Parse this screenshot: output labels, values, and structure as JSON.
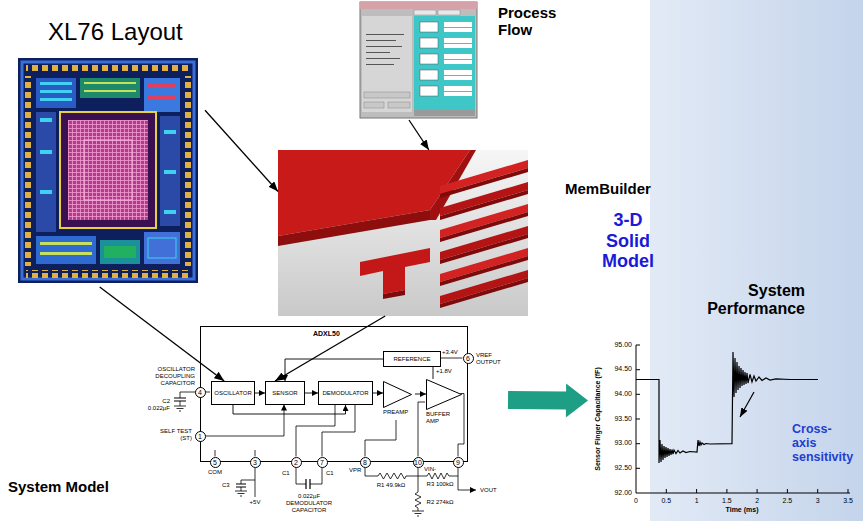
{
  "diagram": {
    "nodes": [
      {
        "text": [
          "XL76 Layout"
        ]
      },
      {
        "text": [
          "Process Flow"
        ]
      },
      {
        "text": [
          "MemBuilder",
          "3-D Solid Model"
        ]
      },
      {
        "text": [
          "System Model"
        ]
      },
      {
        "text": [
          "ADXL50"
        ],
        "in": 3
      },
      {
        "text": [
          "OSCILLATOR"
        ],
        "in": 4
      },
      {
        "text": [
          "SENSOR"
        ],
        "in": 4
      },
      {
        "text": [
          "DEMODULATOR"
        ],
        "in": 4
      },
      {
        "text": [
          "PREAMP"
        ],
        "in": 4
      },
      {
        "text": [
          "REFERENCE"
        ],
        "in": 4
      },
      {
        "text": [
          "BUFFER AMP"
        ],
        "in": 4
      },
      {
        "text": [
          "System Performance"
        ]
      }
    ],
    "edges": [
      {
        "from": 0,
        "to": 2,
        "arrow": "to"
      },
      {
        "from": 1,
        "to": 2,
        "arrow": "to"
      },
      {
        "from": 0,
        "to": 5,
        "arrow": "to"
      },
      {
        "from": 2,
        "to": 6,
        "arrow": "to"
      },
      {
        "from": 5,
        "to": 6,
        "arrow": "to"
      },
      {
        "from": 6,
        "to": 7,
        "arrow": "to"
      },
      {
        "from": 5,
        "to": 7,
        "arrow": "to"
      },
      {
        "from": 7,
        "to": 8,
        "arrow": "to"
      },
      {
        "from": 9,
        "to": 6,
        "arrow": "to"
      },
      {
        "from": 9,
        "to": 10,
        "arrow": "none"
      },
      {
        "from": 8,
        "to": 10,
        "arrow": "to"
      },
      {
        "from": 3,
        "to": 11,
        "arrow": "to"
      }
    ],
    "labels": [
      "95.00",
      "94.50",
      "94.00",
      "93.50",
      "93.00",
      "92.50",
      "92.00",
      "0",
      "0.5",
      "1",
      "1.5",
      "2",
      "2.5",
      "3",
      "3.5",
      "Sensor Finger Capacitance (fF)",
      "Time (ms)",
      "Cross-axis sensitivity",
      "OSCILLATOR DECOUPLING CAPACITOR",
      "C2 0.022µF",
      "SELF TEST (ST)",
      "4",
      "1",
      "5",
      "COM",
      "3",
      "C3",
      "+5V",
      "2",
      "C1",
      "7",
      "C1",
      "0.022µF DEMODULATOR CAPACITOR",
      "8",
      "VPR",
      "10",
      "VIN-",
      "9",
      "R1 49.9kΩ",
      "R3 100kΩ",
      "R2 274kΩ",
      "VOUT",
      "6",
      "+3.4V",
      "VREF OUTPUT",
      "+1.8V"
    ]
  }
}
